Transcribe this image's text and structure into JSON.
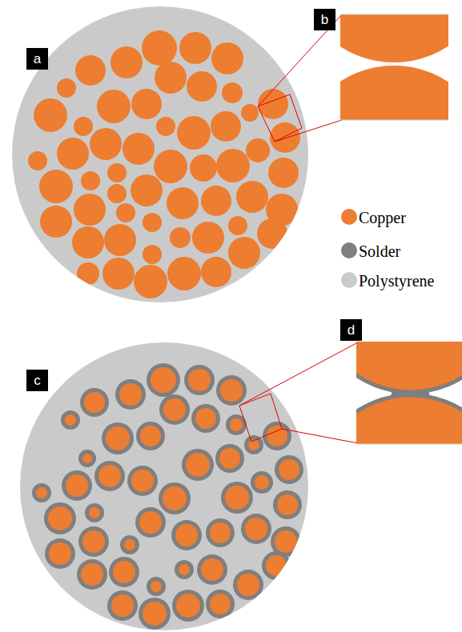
{
  "diagram": {
    "nodes": [
      {
        "text": [
          "a"
        ]
      },
      {
        "text": [
          "b"
        ]
      },
      {
        "text": [
          "c"
        ]
      },
      {
        "text": [
          "d"
        ]
      }
    ],
    "legend": [
      {
        "text": "Copper",
        "color": "#ED7D31"
      },
      {
        "text": "Solder",
        "color": "#7F7F7F"
      },
      {
        "text": "Polystyrene",
        "color": "#CACACA"
      }
    ]
  }
}
